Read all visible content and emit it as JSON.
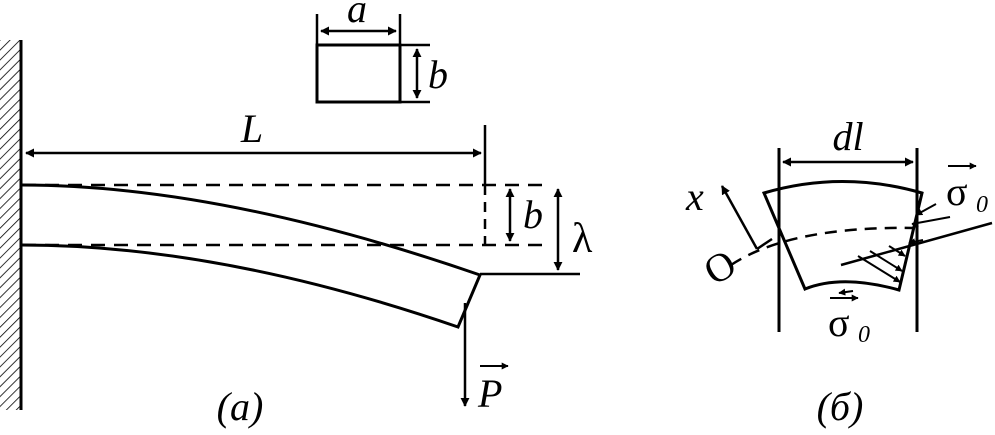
{
  "figure_a": {
    "caption": "(a)",
    "length_label": "L",
    "section_width_label": "a",
    "section_height_label": "b",
    "beam_height_label": "b",
    "deflection_label": "λ",
    "force_label": "P"
  },
  "figure_b": {
    "caption": "(б)",
    "element_length_label": "dl",
    "axis_label": "x",
    "neutral_axis_label": "O",
    "stress_top_label": "σ",
    "stress_top_subscript": "0",
    "stress_bottom_label": "σ",
    "stress_bottom_subscript": "0"
  },
  "colors": {
    "ink": "#000000",
    "background": "#ffffff"
  }
}
